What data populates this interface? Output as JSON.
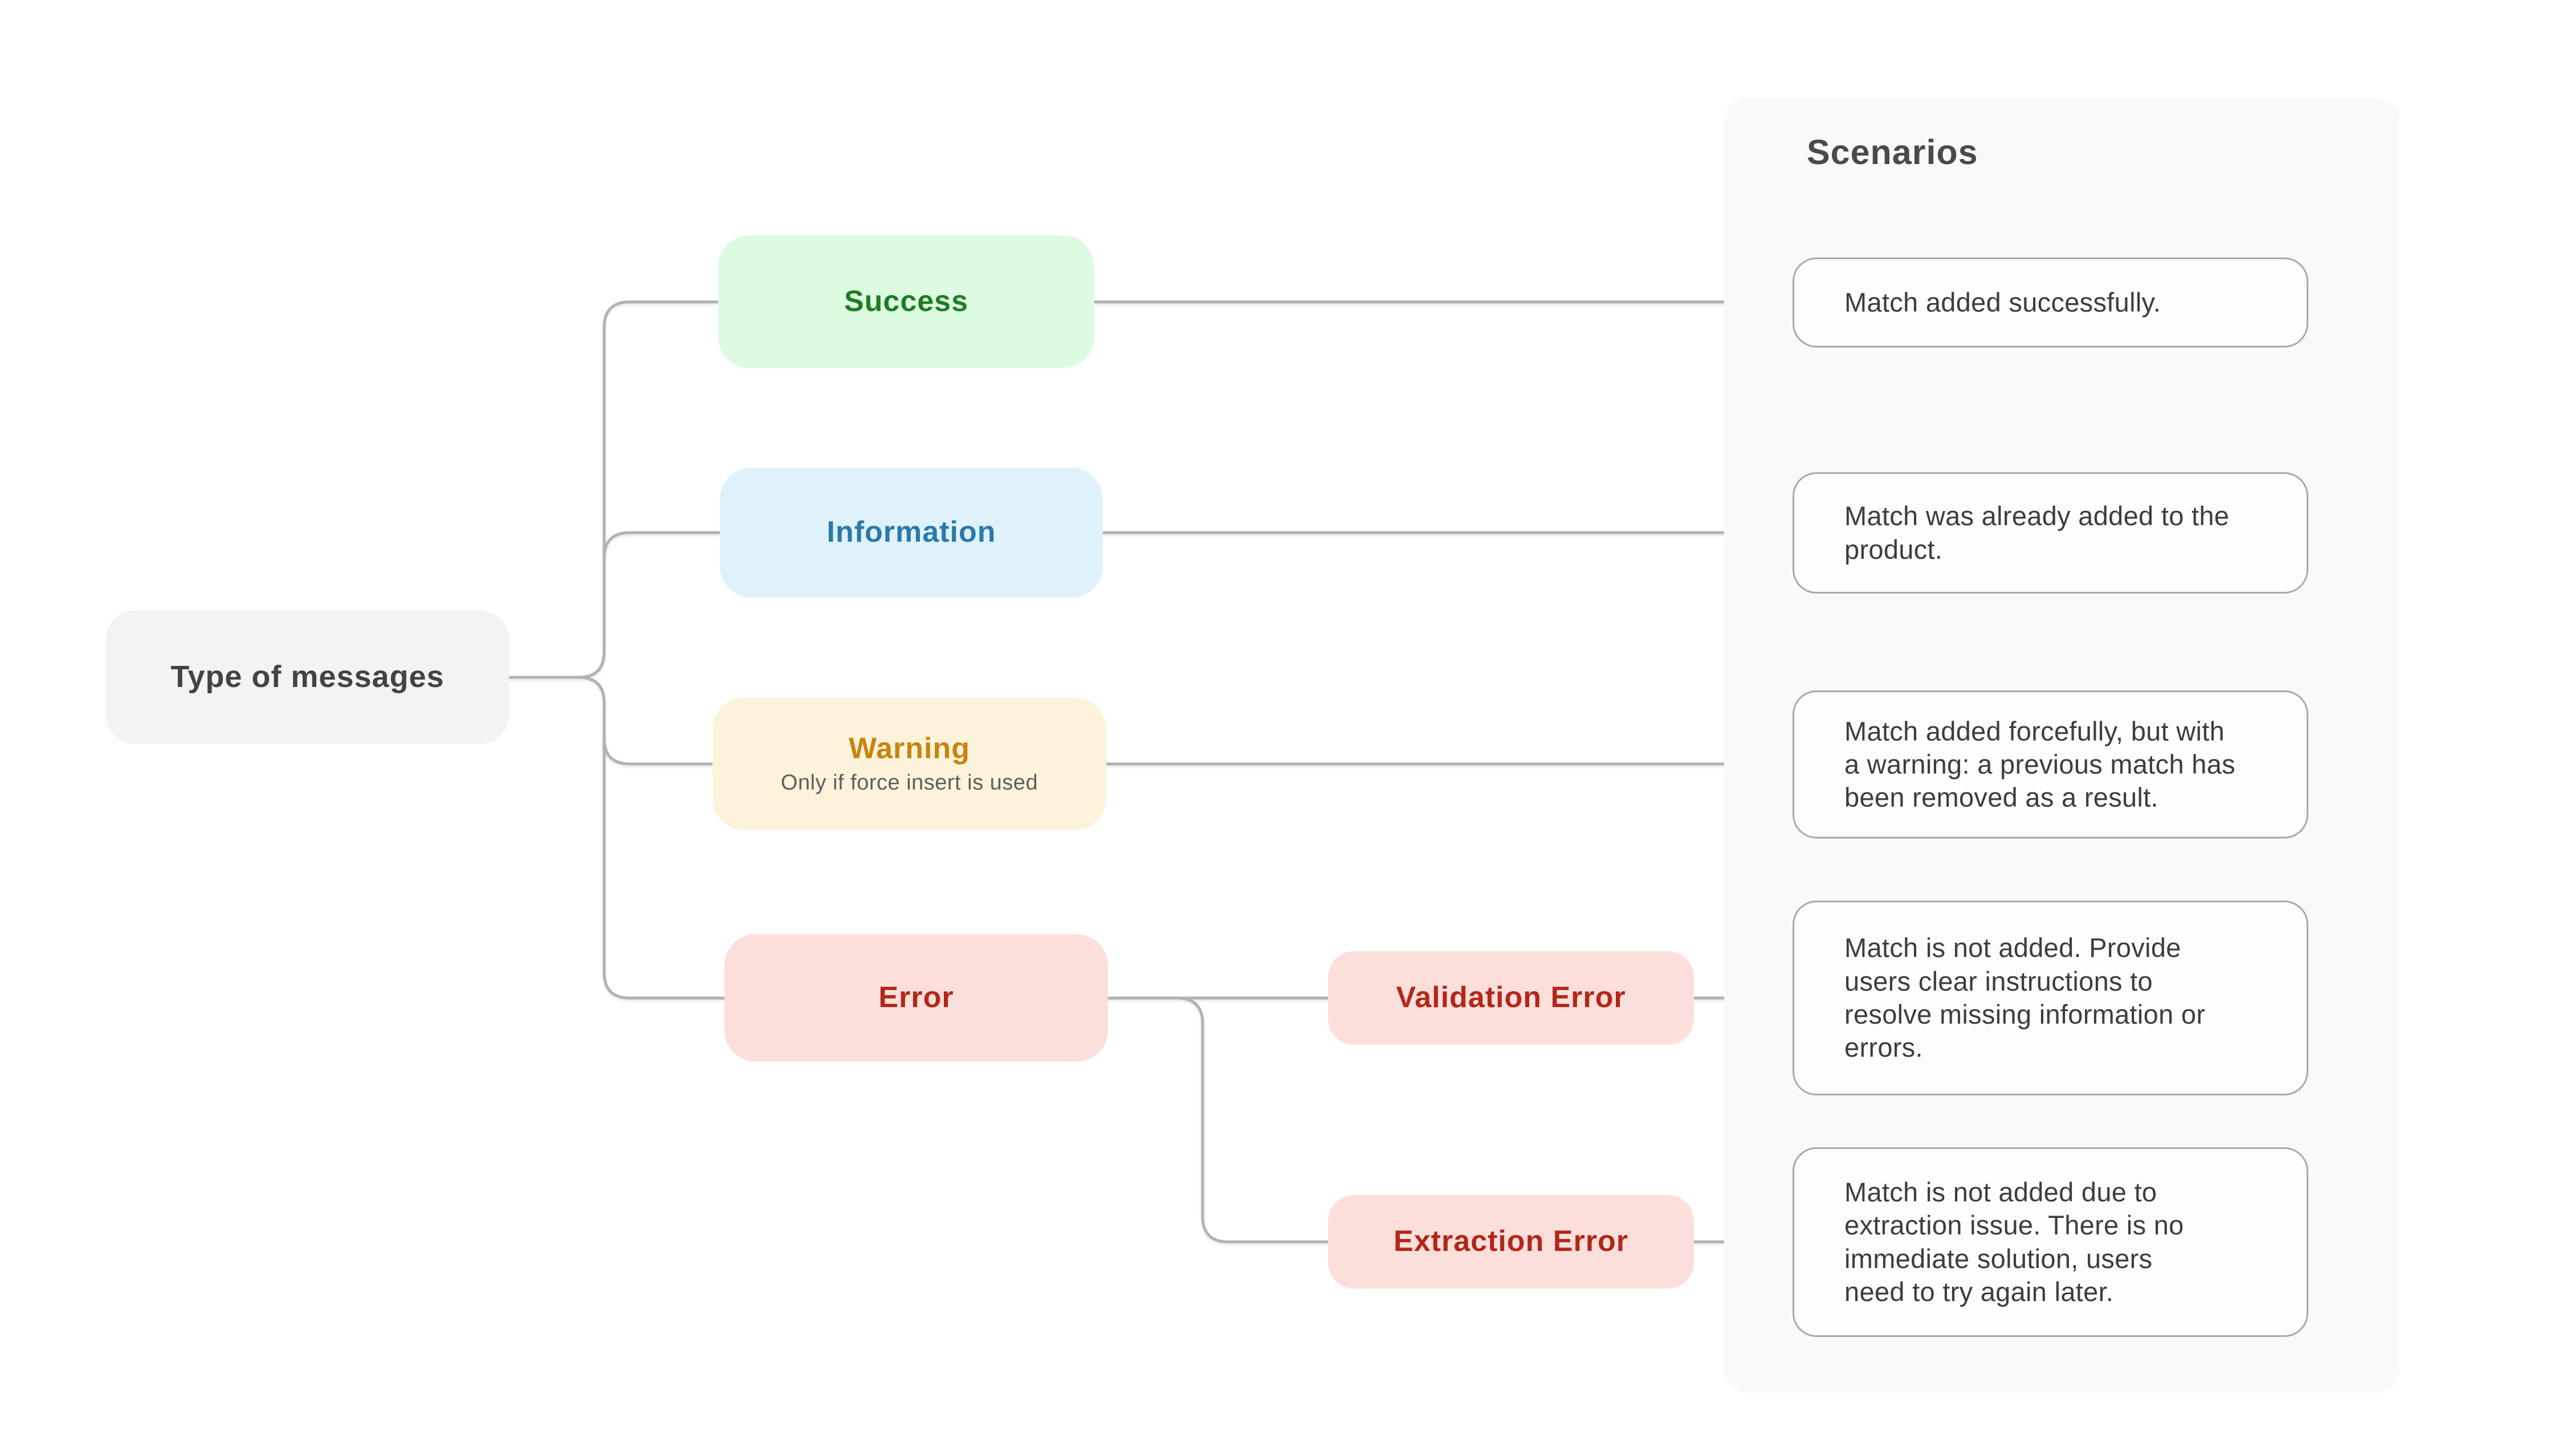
{
  "diagram": {
    "root": {
      "label": "Type of messages"
    },
    "branches": [
      {
        "id": "success",
        "label": "Success",
        "scenario": "Match added successfully."
      },
      {
        "id": "information",
        "label": "Information",
        "scenario": "Match was already added to the product."
      },
      {
        "id": "warning",
        "label": "Warning",
        "sublabel": "Only if force insert is used",
        "scenario": "Match added forcefully, but with a warning: a previous match has been removed as a result."
      },
      {
        "id": "error",
        "label": "Error",
        "children": [
          {
            "id": "validation-error",
            "label": "Validation Error",
            "scenario": "Match is not added. Provide users clear instructions to resolve missing information or errors."
          },
          {
            "id": "extraction-error",
            "label": "Extraction Error",
            "scenario": "Match is not added due to extraction issue. There is no immediate solution, users need to try again later."
          }
        ]
      }
    ]
  },
  "panel": {
    "title": "Scenarios"
  },
  "colors": {
    "background": "#ffffff",
    "root_bg": "#f3f3f3",
    "root_text": "#434343",
    "success_bg": "#ddfbe1",
    "success_text": "#1e7d23",
    "information_bg": "#dff2fc",
    "information_text": "#2b79aa",
    "warning_bg": "#fdf3db",
    "warning_text": "#c88410",
    "warning_subtext": "#5e5e5e",
    "error_bg": "#fcdfdb",
    "error_text": "#b2271a",
    "connector": "#b2b2b2",
    "panel_bg": "#f8f9f9",
    "panel_title": "#4a4a4a",
    "card_bg": "#fdfdfd",
    "card_border": "#a9a9a9",
    "card_text": "#3d3d3d"
  }
}
